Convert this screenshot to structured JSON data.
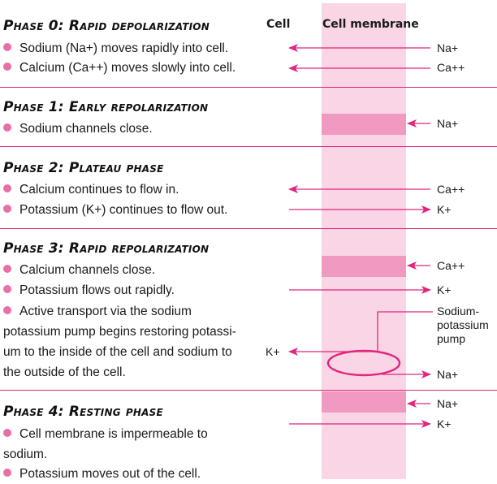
{
  "header": {
    "cell": "Cell",
    "membrane": "Cell membrane"
  },
  "phases": [
    {
      "title": "Phase 0: Rapid depolarization",
      "bullets": [
        "Sodium (Na+) moves rapidly into cell.",
        "Calcium (Ca++) moves slowly into cell."
      ]
    },
    {
      "title": "Phase 1: Early repolarization",
      "bullets": [
        "Sodium channels close."
      ]
    },
    {
      "title": "Phase 2: Plateau phase",
      "bullets": [
        "Calcium continues to flow in.",
        "Potassium (K+) continues to flow out."
      ]
    },
    {
      "title": "Phase 3: Rapid repolarization",
      "bullets": [
        "Calcium channels close.",
        "Potassium flows out rapidly."
      ],
      "paragraph": "Active transport via the sodium potassium pump begins restoring potassi-um to the inside of the cell and sodium to the outside of the cell."
    },
    {
      "title": "Phase 4: Resting phase",
      "paragraph": "Cell membrane is impermeable to sodium.",
      "bullets": [
        "Potassium moves out of the cell."
      ]
    }
  ],
  "ions": {
    "p0_na": "Na+",
    "p0_ca": "Ca++",
    "p1_na": "Na+",
    "p2_ca": "Ca++",
    "p2_k": "K+",
    "p3_ca": "Ca++",
    "p3_k": "K+",
    "p3_k_in": "K+",
    "p3_na_out": "Na+",
    "p4_na": "Na+",
    "p4_k": "K+"
  },
  "pump_label": "Sodium-\npotassium\npump",
  "colors": {
    "accent": "#e0267e",
    "membrane": "#f9d5e5",
    "channel": "#f19ac1",
    "bullet": "#e96fa6"
  }
}
